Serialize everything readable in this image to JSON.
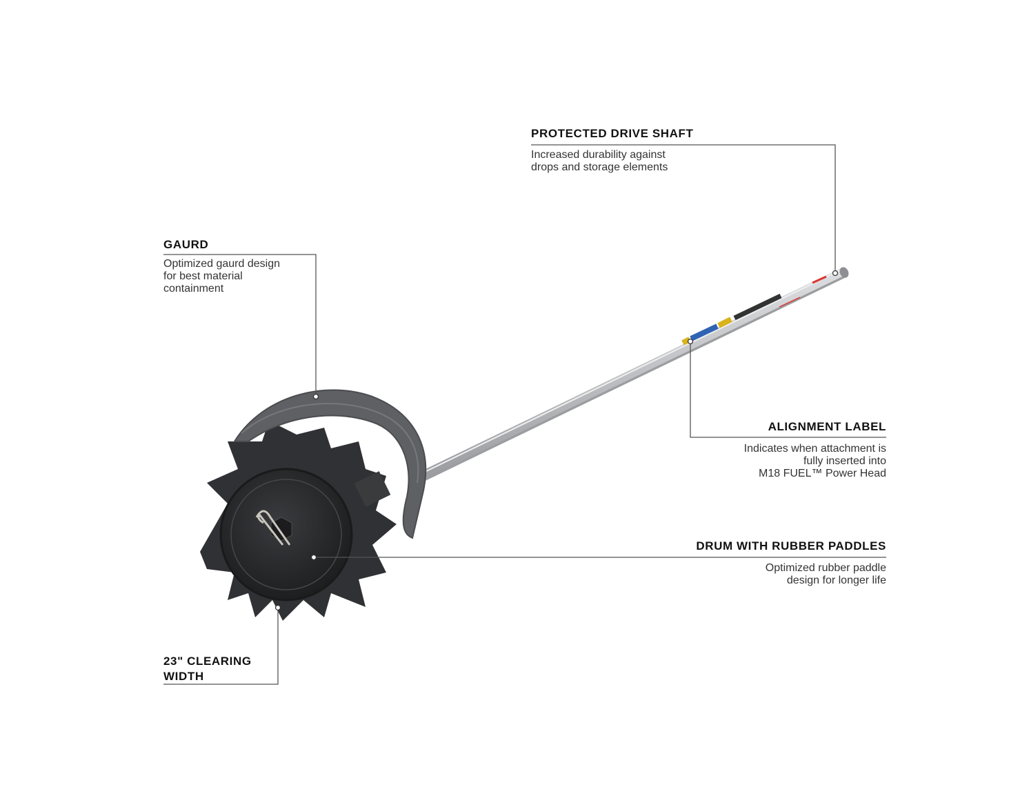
{
  "callouts": {
    "drive_shaft": {
      "title": "PROTECTED DRIVE SHAFT",
      "lines": [
        "Increased durability against",
        "drops and storage elements"
      ]
    },
    "guard": {
      "title": "GAURD",
      "lines": [
        "Optimized gaurd design",
        "for best material",
        "containment"
      ]
    },
    "alignment": {
      "title": "ALIGNMENT LABEL",
      "lines": [
        "Indicates when attachment is",
        "fully inserted into",
        "M18 FUEL™ Power Head"
      ]
    },
    "drum": {
      "title": "DRUM WITH RUBBER PADDLES",
      "lines": [
        "Optimized rubber paddle",
        "design for longer life"
      ]
    },
    "clearing": {
      "title_lines": [
        "23\" CLEARING",
        "WIDTH"
      ]
    }
  },
  "colors": {
    "leader_line": "#555555",
    "shaft": "#c9cacc",
    "guard": "#5f6063",
    "drum": "#2b2c2e",
    "label_yellow": "#d9b21c",
    "label_blue": "#2f63b3"
  }
}
